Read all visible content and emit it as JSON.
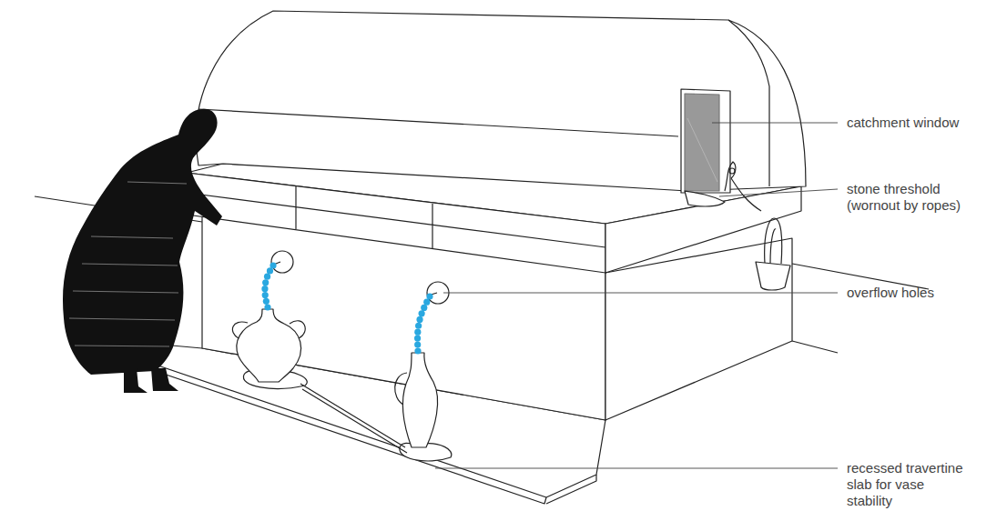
{
  "diagram": {
    "labels": [
      "catchment window",
      "stone threshold (wornout by ropes)",
      "overflow holes",
      "recessed travertine slab for vase stability"
    ]
  }
}
